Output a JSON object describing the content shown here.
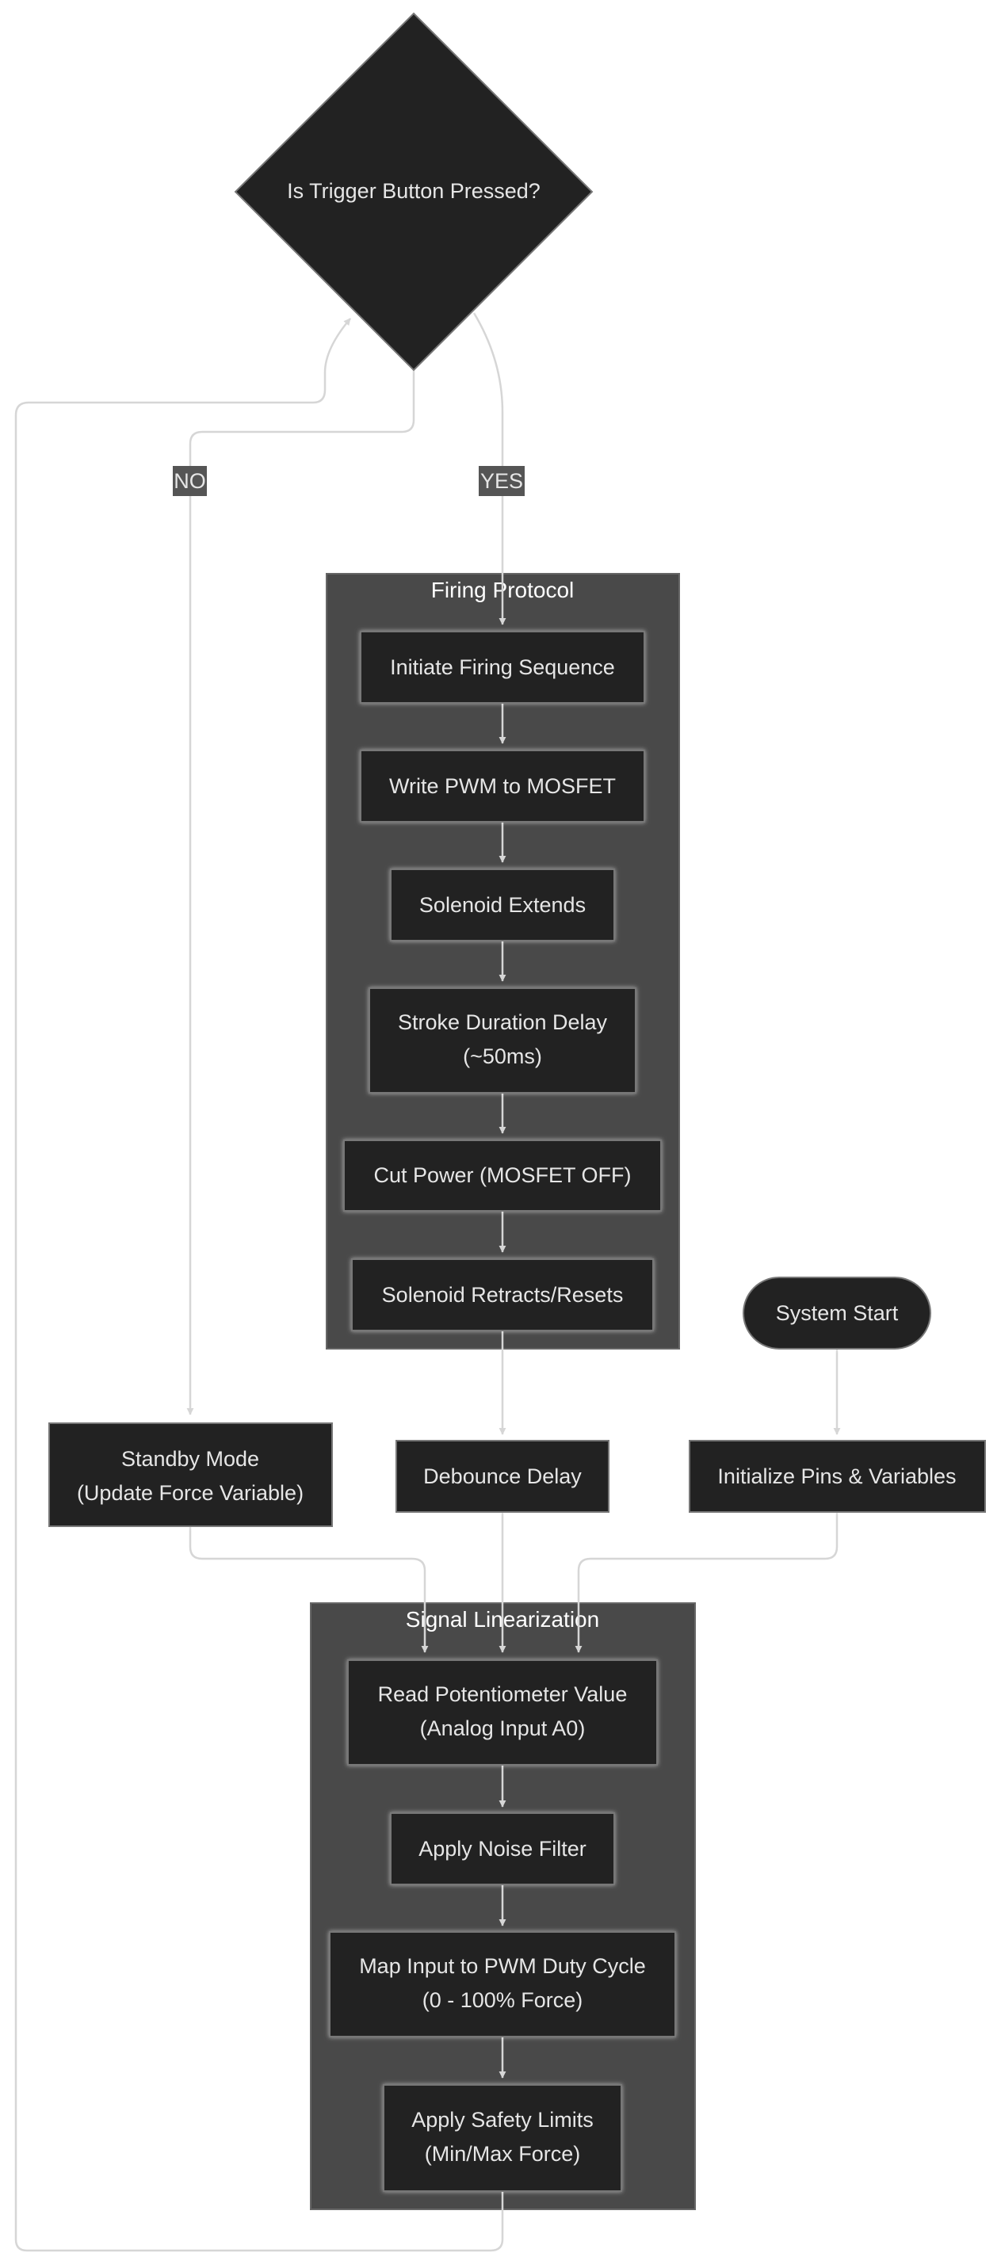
{
  "diagram": {
    "clusters": {
      "firing": {
        "title": "Firing Protocol"
      },
      "signal": {
        "title": "Signal Linearization"
      }
    },
    "nodes": {
      "trigger_decision": "Is Trigger Button Pressed?",
      "initiate_firing": "Initiate Firing Sequence",
      "write_pwm": "Write PWM to MOSFET",
      "solenoid_extends": "Solenoid Extends",
      "stroke_delay": [
        "Stroke Duration Delay",
        "(~50ms)"
      ],
      "cut_power": "Cut Power (MOSFET OFF)",
      "solenoid_retracts": "Solenoid Retracts/Resets",
      "system_start": "System Start",
      "standby_mode": [
        "Standby Mode",
        "(Update Force Variable)"
      ],
      "debounce_delay": "Debounce Delay",
      "initialize_pins": "Initialize Pins & Variables",
      "read_pot": [
        "Read Potentiometer Value",
        "(Analog Input A0)"
      ],
      "noise_filter": "Apply Noise Filter",
      "map_input": [
        "Map Input to PWM Duty Cycle",
        "(0 - 100% Force)"
      ],
      "safety_limits": [
        "Apply Safety Limits",
        "(Min/Max Force)"
      ]
    },
    "edge_labels": {
      "no": "NO",
      "yes": "YES"
    }
  },
  "colors": {
    "node_fill": "#222222",
    "cluster_fill": "#4a4a4a",
    "edge_stroke": "#d6d6d6",
    "label_bg": "#555555",
    "text": "#e6e6e6"
  }
}
